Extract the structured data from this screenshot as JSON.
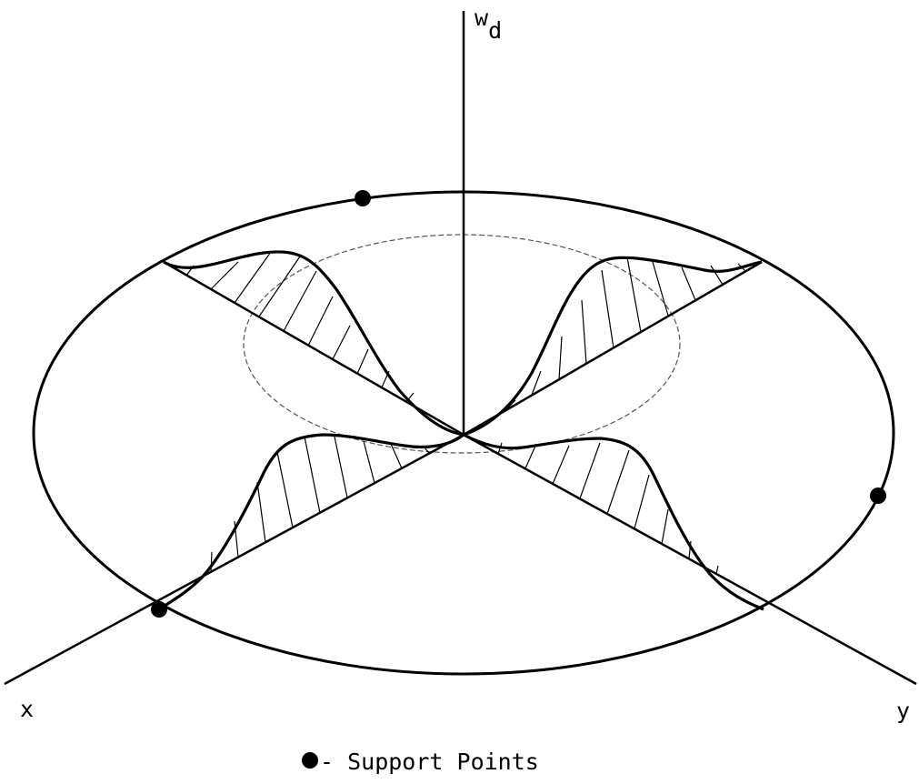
{
  "diagram": {
    "axes": {
      "vertical": {
        "symbol": "w",
        "subscript": "d"
      },
      "x": {
        "label": "x"
      },
      "y": {
        "label": "y"
      }
    },
    "legend": {
      "marker": "filled-circle",
      "text": "- Support Points"
    },
    "colors": {
      "ink": "#000000",
      "faint": "#555555",
      "background": "#ffffff"
    },
    "support_point_count": 3,
    "hatched_lobe_count": 4
  }
}
